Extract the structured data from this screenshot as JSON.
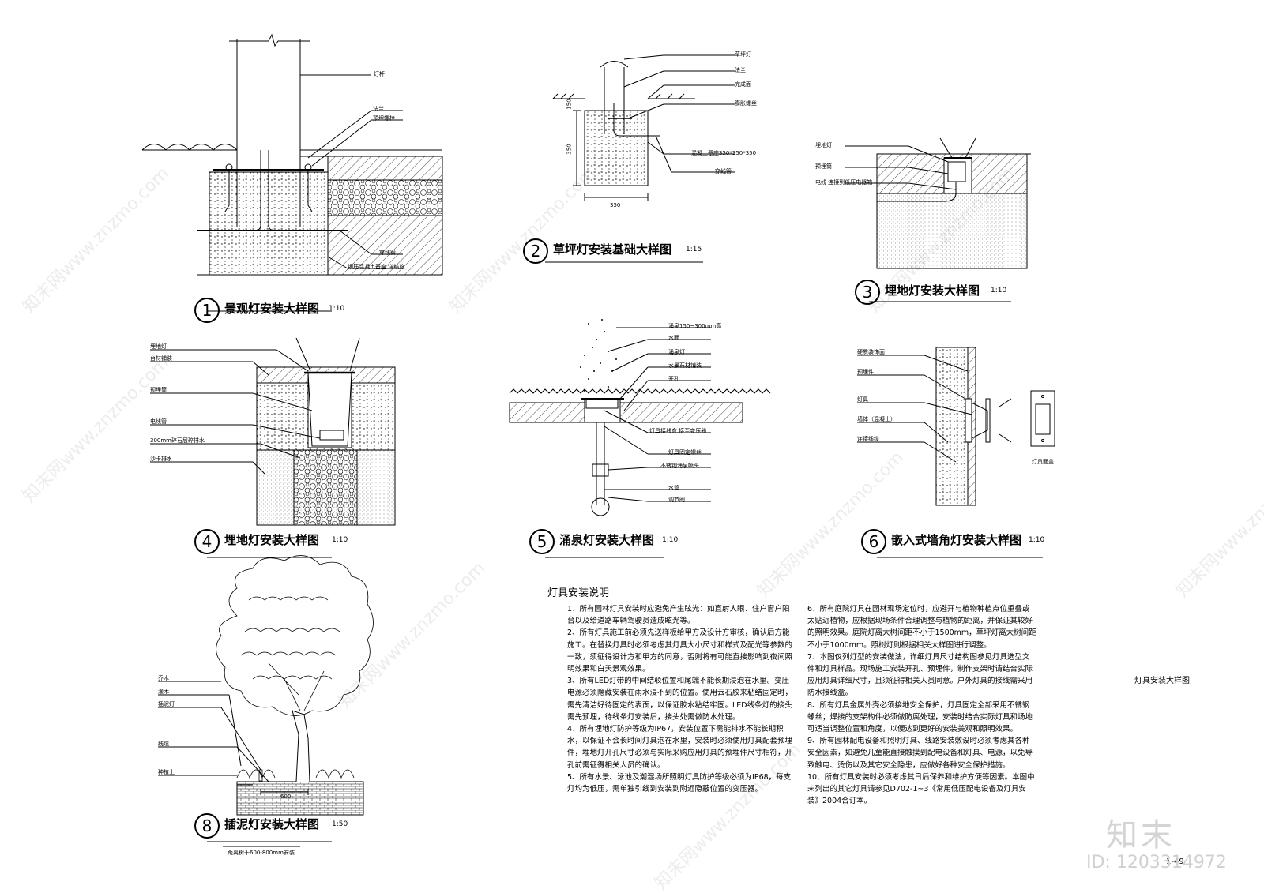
{
  "drawings": [
    {
      "num": "1",
      "title": "景观灯安装大样图",
      "scale": "1:10",
      "labels": [
        "灯杆",
        "法兰",
        "预埋螺栓",
        "穿线管",
        "钢筋混凝土基座 详结施"
      ]
    },
    {
      "num": "2",
      "title": "草坪灯安装基础大样图",
      "scale": "1:15",
      "labels": [
        "草坪灯",
        "法兰",
        "完成面",
        "膨胀螺丝",
        "混凝土基座350*350*350",
        "穿线管"
      ],
      "dims": [
        "150",
        "350",
        "350"
      ]
    },
    {
      "num": "3",
      "title": "埋地灯安装大样图",
      "scale": "1:10",
      "labels": [
        "埋地灯",
        "预埋筒",
        "电线 连接到低压电器箱"
      ]
    },
    {
      "num": "4",
      "title": "埋地灯安装大样图",
      "scale": "1:10",
      "labels": [
        "埋地灯",
        "台材铺装",
        "预埋筒",
        "电线管",
        "300mm碎石层碎排水",
        "沙卡排水"
      ]
    },
    {
      "num": "5",
      "title": "涌泉灯安装大样图",
      "scale": "1:10",
      "labels": [
        "涌泉150~300mm高",
        "水面",
        "涌泉灯",
        "水景石材铺装",
        "开孔",
        "灯具接线盒,接至变压器",
        "灯具固定螺丝",
        "不锈钢涌泉喷头",
        "水管",
        "调节阀"
      ]
    },
    {
      "num": "6",
      "title": "嵌入式墙角灯安装大样图",
      "scale": "1:10",
      "labels": [
        "硬质装饰面",
        "预埋件",
        "灯具",
        "墙体（混凝土）",
        "连接线缆",
        "灯具面盖"
      ]
    },
    {
      "num": "8",
      "title": "插泥灯安装大样图",
      "scale": "1:50",
      "labels": [
        "乔木",
        "灌木",
        "插泥灯",
        "线缆",
        "种植土"
      ],
      "dims": [
        "600"
      ],
      "note": "距离树干600-800mm安装"
    }
  ],
  "notes": {
    "heading": "灯具安装说明",
    "col1": [
      "1、所有园林灯具安装时应避免产生眩光：如直射人眼、住户窗户阳台以及给道路车辆驾驶员造成眩光等。",
      "2、所有灯具施工前必须先送样板给甲方及设计方审核，确认后方能施工。在替换灯具时必须考虑其灯具大小尺寸和样式及配光等参数的一致，须征得设计方和甲方的同意，否则将有可能直接影响到夜间照明效果和白天景观效果。",
      "3、所有LED灯带的中间结驳位置和尾端不能长期浸泡在水里。变压电源必须隐藏安装在雨水浸不到的位置。使用云石胶来粘结固定时，需先清洁好待固定的表面，以保证胶水粘结牢固。LED线条灯的接头需先预埋，待线条灯安装后，接头处需做防水处理。",
      "4、所有埋地灯防护等级为IP67，安装位置下需能排水不能长期积水，以保证不会长时间灯具泡在水里，安装时必须使用灯具配套预埋件，埋地灯开孔尺寸必须与实际采购应用灯具的预埋件尺寸相符，开孔前需征得相关人员的确认。",
      "5、所有水景、泳池及潮湿场所照明灯具防护等级必须为IP68，每支灯均为低压，需单独引线到安装到附近隐蔽位置的变压器。"
    ],
    "col2": [
      "6、所有庭院灯具在园林现场定位时，应避开与植物种植点位重叠或太贴近植物，应根据现场条件合理调整与植物的距离，并保证其较好的照明效果。庭院灯离大树间距不小于1500mm，草坪灯离大树间距不小于1000mm。照树灯则根据相关大样图进行调整。",
      "7、本图仅列灯型的安装做法，详细灯具尺寸结构图参见灯具选型文件和灯具样品。现场施工安装开孔、预埋件，制作支架时请结合实际应用灯具详细尺寸，且须征得相关人员同意。户外灯具的接线需采用防水接线盒。",
      "8、所有灯具金属外壳必须接地安全保护，灯具固定全部采用不锈钢螺丝；焊接的支架构件必须做防腐处理，安装时结合实际灯具和场地可适当调整位置和角度，以便达到更好的安装美观和照明效果。",
      "9、所有园林配电设备和照明灯具、线路安装敷设时必须考虑其各种安全因素，如避免儿童能直接触摸到配电设备和灯具、电源，以免导致触电、烫伤以及其它安全隐患，应做好各种安全保护措施。",
      "10、所有灯具安装时必须考虑其日后保养和维护方便等因素。本图中未列出的其它灯具请参见D702-1~3《常用低压配电设备及灯具安装》2004合订本。"
    ]
  },
  "sheet_title": "灯具安装大样图",
  "sheet_no": "1-49",
  "watermark": {
    "text": "知末网www.znzmo.com",
    "brand": "知末",
    "id": "ID: 1203314972"
  }
}
